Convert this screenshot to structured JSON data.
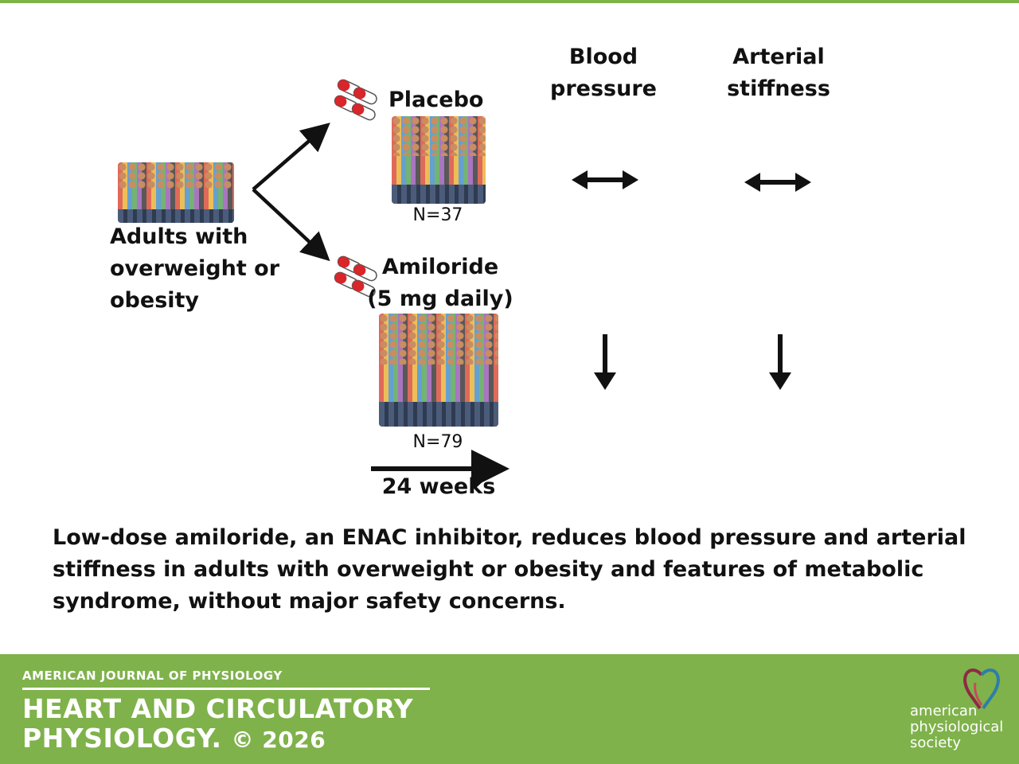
{
  "diagram": {
    "population_label": "Adults with\noverweight or\nobesity",
    "placebo_label": "Placebo",
    "placebo_n": "N=37",
    "amiloride_label": "Amiloride\n(5 mg daily)",
    "amiloride_n": "N=79",
    "duration_label": "24 weeks",
    "outcome_headers": [
      "Blood\npressure",
      "Arterial\nstiffness"
    ],
    "placebo_effects": [
      "no change",
      "no change"
    ],
    "amiloride_effects": [
      "decrease",
      "decrease"
    ]
  },
  "summary": "Low-dose amiloride, an ENAC inhibitor, reduces blood pressure and arterial stiffness in adults with overweight or obesity and features of metabolic syndrome, without major safety concerns.",
  "footer": {
    "journal": "AMERICAN JOURNAL OF PHYSIOLOGY",
    "title_line1": "HEART AND CIRCULATORY",
    "title_line2": "PHYSIOLOGY.",
    "copyright": "© 2026",
    "society": "american\nphysiological\nsociety"
  },
  "colors": {
    "brand_green": "#7fb24b",
    "pill_red": "#d8262a"
  }
}
